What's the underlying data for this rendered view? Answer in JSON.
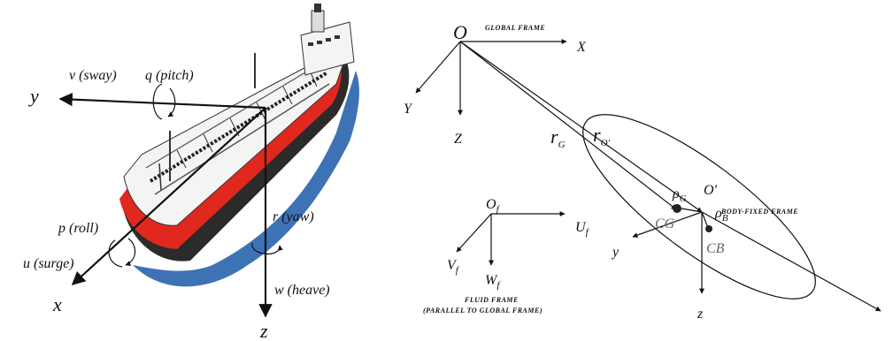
{
  "left_diagram": {
    "labels": {
      "sway": "v (sway)",
      "pitch": "q (pitch)",
      "roll": "p (roll)",
      "yaw": "r (yaw)",
      "surge": "u (surge)",
      "heave": "w (heave)",
      "axis_x": "x",
      "axis_y": "y",
      "axis_z": "z"
    }
  },
  "right_diagram": {
    "global": {
      "origin": "O",
      "caption": "GLOBAL FRAME",
      "X": "X",
      "Y": "Y",
      "Z": "Z"
    },
    "fluid": {
      "origin": "O",
      "origin_sub": "f",
      "U": "U",
      "U_sub": "f",
      "V": "V",
      "V_sub": "f",
      "W": "W",
      "W_sub": "f",
      "caption": "FLUID FRAME",
      "caption2": "(PARALLEL TO GLOBAL FRAME)"
    },
    "body": {
      "origin": "O'",
      "caption": "BODY-FIXED FRAME",
      "r_g": "r",
      "r_g_sub": "G",
      "r_o": "r",
      "r_o_sub": "O'",
      "rho_g": "ρ",
      "rho_g_sub": "G",
      "rho_b": "ρ",
      "rho_b_sub": "B",
      "cg": "CG",
      "cb": "CB",
      "y": "y",
      "z": "z"
    }
  },
  "colors": {
    "hull_red": "#e0281e",
    "hull_dark": "#2b2b2b",
    "water_blue": "#1b5aa8",
    "deck": "#f4f4f2"
  }
}
